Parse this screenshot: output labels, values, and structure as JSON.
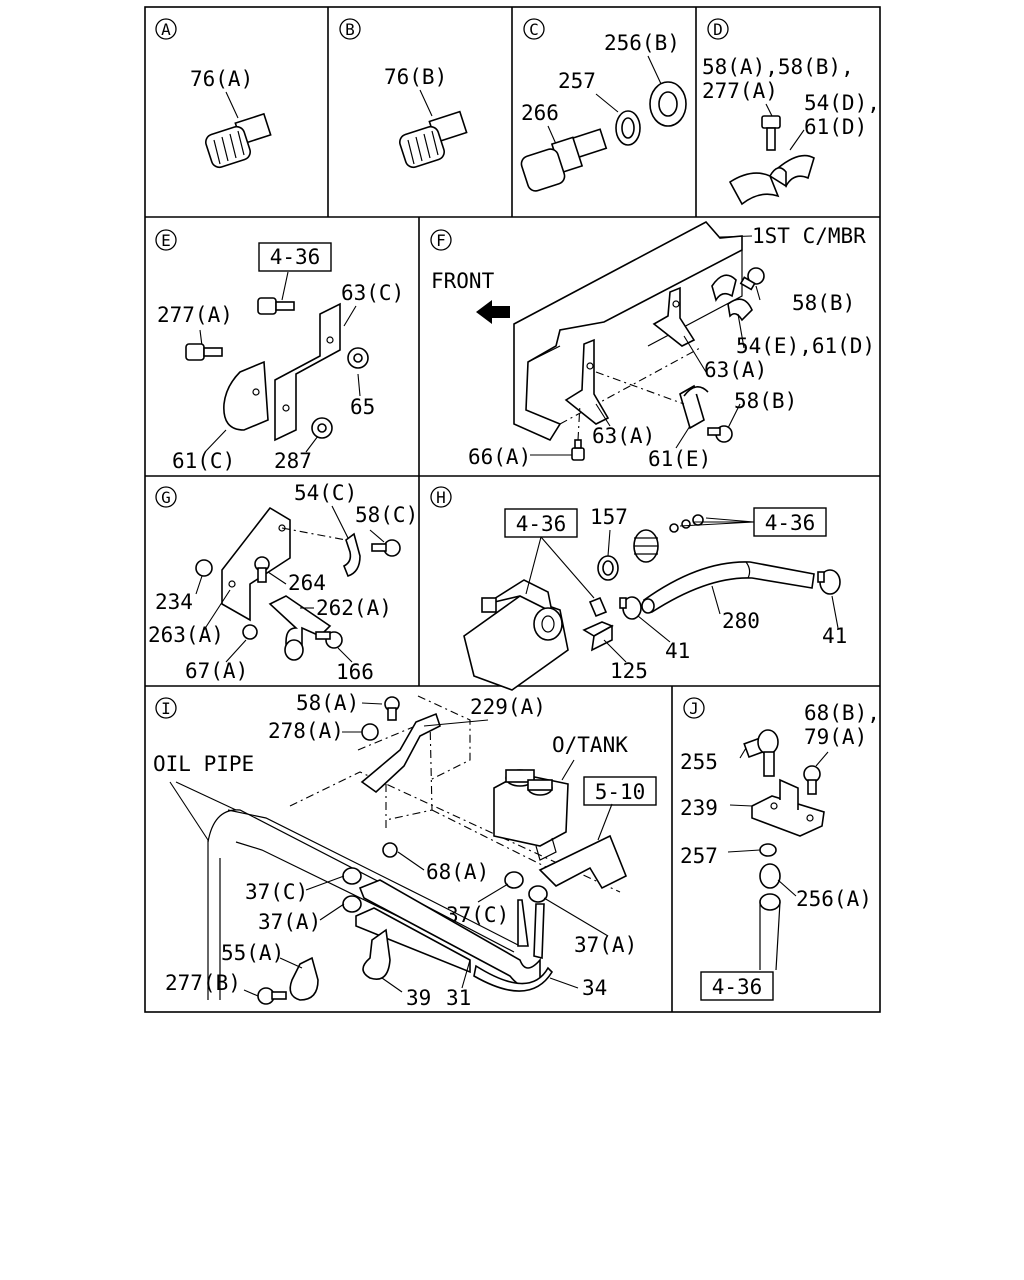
{
  "panels": {
    "A": {
      "letter": "A",
      "labels": [
        "76(A)"
      ]
    },
    "B": {
      "letter": "B",
      "labels": [
        "76(B)"
      ]
    },
    "C": {
      "letter": "C",
      "labels": [
        "256(B)",
        "257",
        "266"
      ]
    },
    "D": {
      "letter": "D",
      "labels": [
        "58(A),58(B),",
        "277(A)",
        "54(D),",
        "61(D)"
      ]
    },
    "E": {
      "letter": "E",
      "ref_box": "4-36",
      "labels": [
        "63(C)",
        "277(A)",
        "65",
        "61(C)",
        "287"
      ]
    },
    "F": {
      "letter": "F",
      "labels": [
        "1ST C/MBR",
        "FRONT",
        "58(B)",
        "54(E),61(D)",
        "63(A)",
        "63(A)",
        "58(B)",
        "66(A)",
        "61(E)"
      ]
    },
    "G": {
      "letter": "G",
      "labels": [
        "54(C)",
        "58(C)",
        "264",
        "234",
        "262(A)",
        "263(A)",
        "67(A)",
        "166"
      ]
    },
    "H": {
      "letter": "H",
      "ref_box_left": "4-36",
      "ref_box_right": "4-36",
      "labels": [
        "157",
        "280",
        "41",
        "41",
        "125"
      ]
    },
    "I": {
      "letter": "I",
      "ref_box": "5-10",
      "labels": [
        "58(A)",
        "229(A)",
        "278(A)",
        "O/TANK",
        "OIL PIPE",
        "68(A)",
        "37(C)",
        "37(A)",
        "37(C)",
        "37(A)",
        "55(A)",
        "277(B)",
        "39",
        "31",
        "34"
      ]
    },
    "J": {
      "letter": "J",
      "ref_box": "4-36",
      "labels": [
        "68(B),",
        "79(A)",
        "255",
        "239",
        "257",
        "256(A)"
      ]
    }
  }
}
